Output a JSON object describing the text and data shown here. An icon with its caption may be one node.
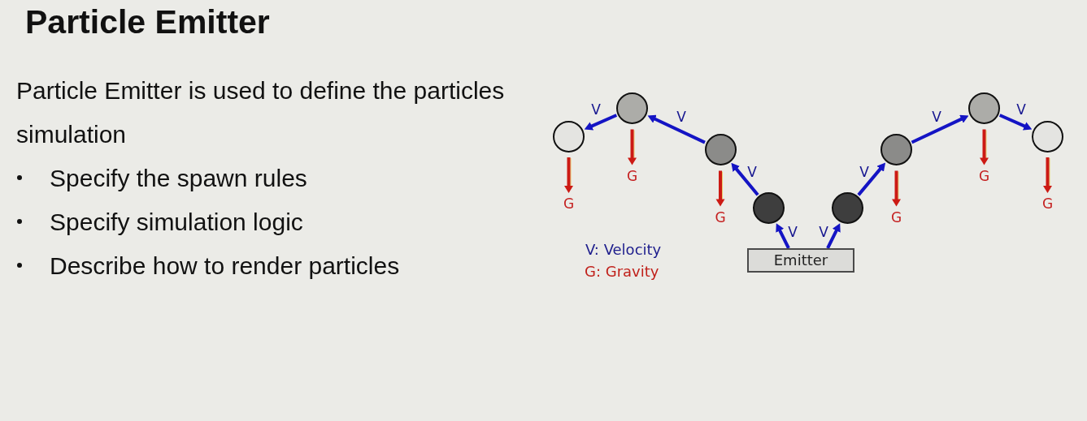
{
  "diagram": {
    "title": "Particle Emitter",
    "nodes": [
      {
        "text": [],
        "shape": "circle"
      },
      {
        "text": [],
        "shape": "circle"
      },
      {
        "text": [],
        "shape": "circle"
      },
      {
        "text": [],
        "shape": "circle"
      },
      {
        "text": [],
        "shape": "circle"
      },
      {
        "text": [],
        "shape": "circle"
      },
      {
        "text": [],
        "shape": "circle"
      },
      {
        "text": [],
        "shape": "circle"
      },
      {
        "text": [
          "Emitter"
        ]
      }
    ],
    "edges": [
      {
        "from": 8,
        "to": 3,
        "arrow": "to",
        "label": "V"
      },
      {
        "from": 3,
        "to": 2,
        "arrow": "to",
        "label": "V"
      },
      {
        "from": 2,
        "to": 1,
        "arrow": "to",
        "label": "V"
      },
      {
        "from": 1,
        "to": 0,
        "arrow": "to",
        "label": "V"
      },
      {
        "from": 8,
        "to": 4,
        "arrow": "to",
        "label": "V"
      },
      {
        "from": 4,
        "to": 5,
        "arrow": "to",
        "label": "V"
      },
      {
        "from": 5,
        "to": 6,
        "arrow": "to",
        "label": "V"
      },
      {
        "from": 6,
        "to": 7,
        "arrow": "to",
        "label": "V"
      }
    ],
    "labels": [
      "Particle Emitter is used to define the particles simulation",
      "Specify the spawn rules",
      "Specify simulation logic",
      "Describe how to render particles",
      "G",
      "G",
      "G",
      "G",
      "G",
      "G",
      "V: Velocity",
      "G: Gravity"
    ]
  }
}
